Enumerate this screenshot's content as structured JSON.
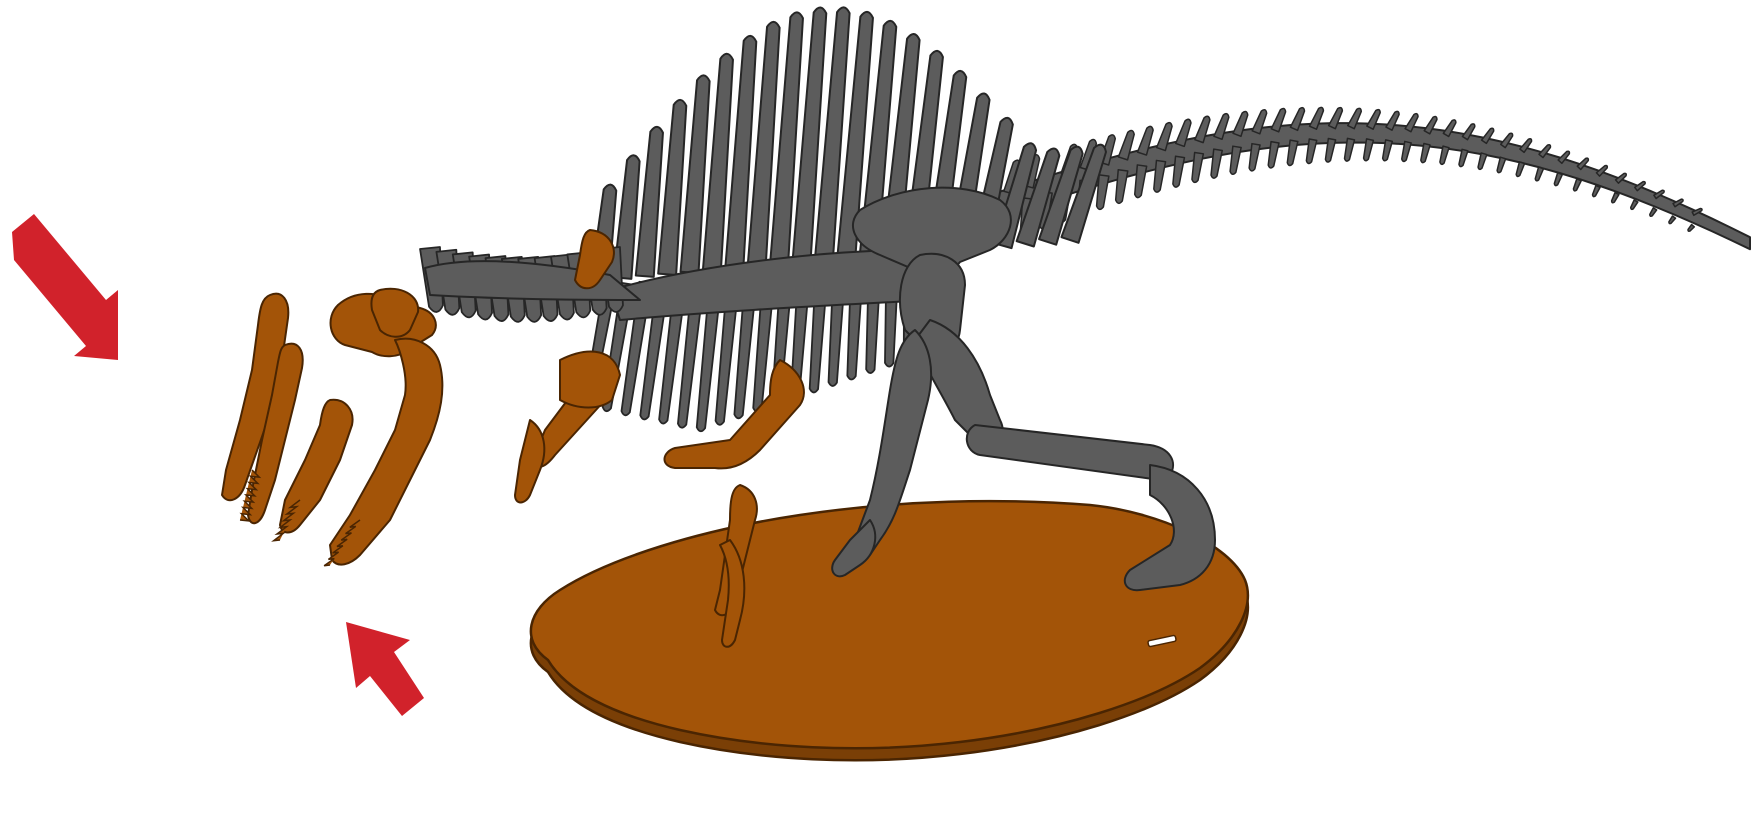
{
  "figure": {
    "subject": "",
    "colors": {
      "background": "#ffffff",
      "gray_part": "#5c5c5c",
      "gray_part_edge": "#262626",
      "brown_part": "#a35408",
      "brown_part_edge": "#4a2502",
      "arrow": "#d1222b"
    },
    "arrows": [
      {
        "name": "arrow-upper-left",
        "direction": "down-right"
      },
      {
        "name": "arrow-lower",
        "direction": "up-left"
      }
    ]
  }
}
